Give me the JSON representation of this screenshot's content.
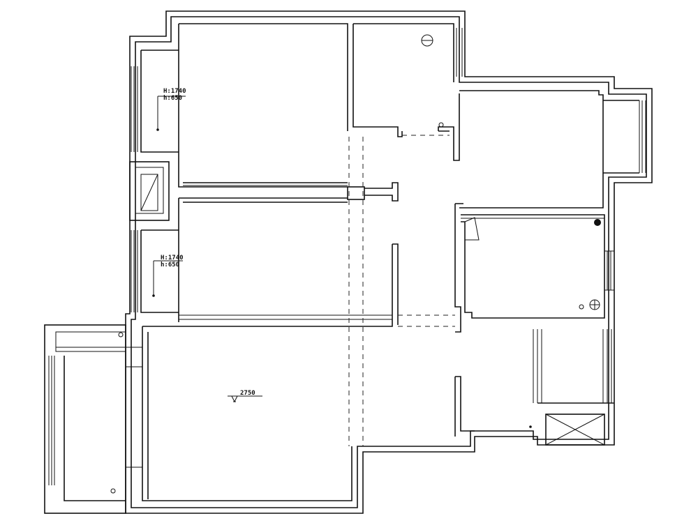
{
  "annotations": {
    "upper_left_wall_height": "H:1740",
    "upper_left_wall_sill": "h:650",
    "middle_left_wall_height": "H:1740",
    "middle_left_wall_sill": "h:650",
    "living_room_elevation": "2750"
  },
  "colors": {
    "line": "#111111",
    "background": "#ffffff"
  }
}
